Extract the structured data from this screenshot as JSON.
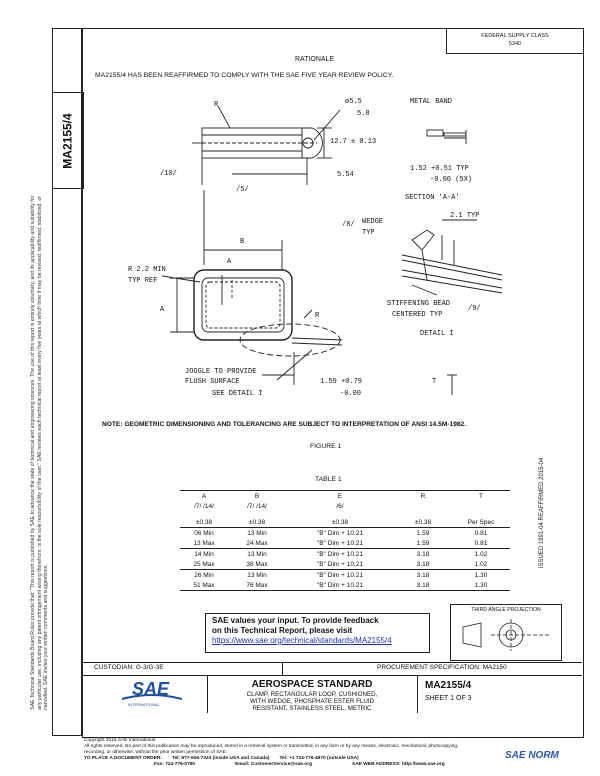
{
  "header": {
    "fed_class_line1": "FEDERAL SUPPLY CLASS",
    "fed_class_line2": "5340"
  },
  "doc_id": "MA2155/4",
  "rationale_title": "RATIONALE",
  "rationale_text": "MA2155/4 HAS BEEN REAFFIRMED TO COMPLY WITH THE SAE FIVE YEAR REVIEW POLICY.",
  "drawing": {
    "R": "R",
    "dia": "ø5.5",
    "dia2": "5.8",
    "metal_band": "METAL BAND",
    "dim_12_7": "12.7 ± 0.13",
    "dim_1_52": "1.52 +0.51 TYP",
    "dim_1_52b": "-0.00 (5X)",
    "ref10": "/10/",
    "dim_5_54": "5.54",
    "ref5": "/5/",
    "section": "SECTION 'A-A'",
    "ref8": "/8/",
    "wedge": "WEDGE",
    "typ": "TYP",
    "dim_2_1": "2.1 TYP",
    "B": "B",
    "r22": "R 2.2 MIN",
    "typref": "TYP REF",
    "A": "A",
    "sectA": "A",
    "R2": "R",
    "stiff1": "STIFFENING BEAD",
    "stiff2": "CENTERED TYP",
    "ref9": "/9/",
    "detail_i": "DETAIL I",
    "joggle1": "JOGGLE TO PROVIDE",
    "joggle2": "FLUSH SURFACE",
    "see_detail": "SEE DETAIL I",
    "dim_1_59": "1.59 +0.79",
    "dim_1_59b": "-0.00",
    "T": "T"
  },
  "note": "NOTE: GEOMETRIC DIMENSIONING AND TOLERANCING ARE SUBJECT TO INTERPRETATION OF ANSI 14.5M-1982.",
  "figure_label": "FIGURE 1",
  "table_title": "TABLE 1",
  "table": {
    "headers": [
      "A",
      "B",
      "E",
      "R",
      "T"
    ],
    "refs": [
      "/7/ /14/",
      "/7/ /14/",
      "/6/",
      "",
      ""
    ],
    "tols": [
      "±0.38",
      "±0.38",
      "±0.38",
      "±0.38",
      "Per Spec"
    ],
    "rows": [
      [
        "06 Min",
        "13 Min",
        "\"B\" Dim + 10.21",
        "1.59",
        "0.81"
      ],
      [
        "13 Max",
        "24 Max",
        "\"B\" Dim + 10.21",
        "1.59",
        "0.81"
      ],
      [
        "14 Min",
        "13 Min",
        "\"B\" Dim + 10.21",
        "3.18",
        "1.02"
      ],
      [
        "25 Max",
        "38 Max",
        "\"B\" Dim + 10.21",
        "3.18",
        "1.02"
      ],
      [
        "26 Min",
        "13 Min",
        "\"B\" Dim + 10.21",
        "3.18",
        "1.30"
      ],
      [
        "51 Max",
        "76 Max",
        "\"B\" Dim + 10.21",
        "3.18",
        "1.30"
      ]
    ]
  },
  "third_angle": "THIRD ANGLE PROJECTION",
  "feedback": {
    "line1": "SAE values your input. To provide feedback",
    "line2": "on this Technical Report, please visit",
    "link": "https://www.sae.org/technical/standards/MA2155/4"
  },
  "right_vertical": "ISSUED 1991-04   REAFFIRMED 2015-04",
  "custodian": "CUSTODIAN: G-3/G-3E",
  "procurement": "PROCUREMENT SPECIFICATION: MA2150",
  "title_block": {
    "logo": "SAE",
    "logo_sub": "INTERNATIONAL",
    "standard": "AEROSPACE STANDARD",
    "desc1": "CLAMP, RECTANGULAR LOOP, CUSHIONED,",
    "desc2": "WITH WEDGE, PHOSPHATE ESTER FLUID",
    "desc3": "RESISTANT, STAINLESS STEEL, METRIC",
    "doc": "MA2155/4",
    "sheet": "SHEET 1 OF 3"
  },
  "footer": {
    "copyright": "Copyright 2015 SAE International",
    "rights1": "All rights reserved. No part of this publication may be reproduced, stored in a retrieval system or transmitted, in any form or by any means, electronic, mechanical, photocopying,",
    "rights2": "recording, or otherwise, without the prior written permission of SAE.",
    "order": "TO PLACE A DOCUMENT ORDER:",
    "tel1": "Tel: 877-606-7323 (inside USA and Canada)",
    "tel2": "Tel: +1 724-776-4970 (outside USA)",
    "fax": "Fax: 724-776-0790",
    "email": "Email: CustomerService@sae.org",
    "web": "SAE WEB ADDRESS: http://www.sae.org",
    "watermark": "SAE NORM"
  },
  "legal": "SAE Technical Standards Board Rules provide that: \"This report is published by SAE to advance the state of technical and engineering sciences. The use of this report is entirely voluntary, and its applicability and suitability for any particular use, including any patent infringement arising therefrom, is the sole responsibility of the user.\" SAE reviews each technical report at least every five years at which time it may be revised, reaffirmed, stabilized, or cancelled. SAE invites your written comments and suggestions."
}
